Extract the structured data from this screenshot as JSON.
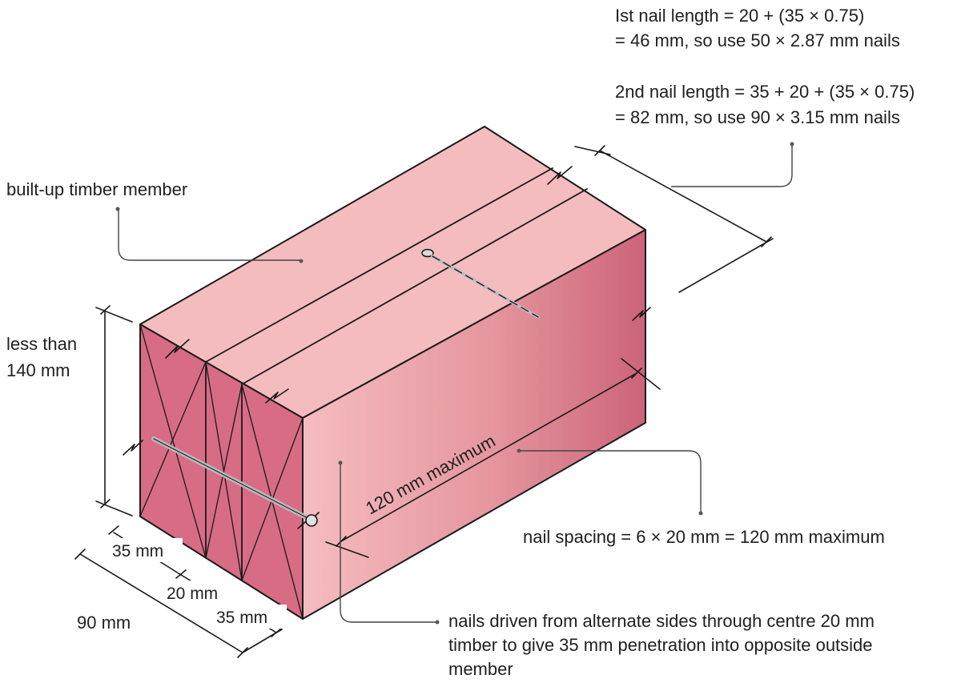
{
  "labels": {
    "first_nail_line1": "Ist nail length = 20 + (35 × 0.75)",
    "first_nail_line2": "= 46 mm, so use 50 × 2.87 mm nails",
    "second_nail_line1": "2nd nail length = 35 + 20 + (35 × 0.75)",
    "second_nail_line2": "= 82 mm, so use 90 × 3.15 mm nails",
    "member": "built-up timber member",
    "height_line1": "less than",
    "height_line2": "140 mm",
    "spacing_along": "120 mm maximum",
    "spacing_note": "nail spacing = 6 × 20 mm = 120 mm maximum",
    "dim_35_left": "35 mm",
    "dim_20": "20 mm",
    "dim_35_right": "35 mm",
    "dim_90": "90 mm",
    "nails_note_line1": "nails driven from alternate sides through centre 20 mm",
    "nails_note_line2": "timber to give 35 mm penetration into opposite outside",
    "nails_note_line3": "member"
  },
  "colors": {
    "top_face": "#f4bcbf",
    "side_face_light": "#f2b3b7",
    "side_face_dark": "#d06a80",
    "end_face": "#d86c84",
    "nail": "#b8b8b8"
  }
}
